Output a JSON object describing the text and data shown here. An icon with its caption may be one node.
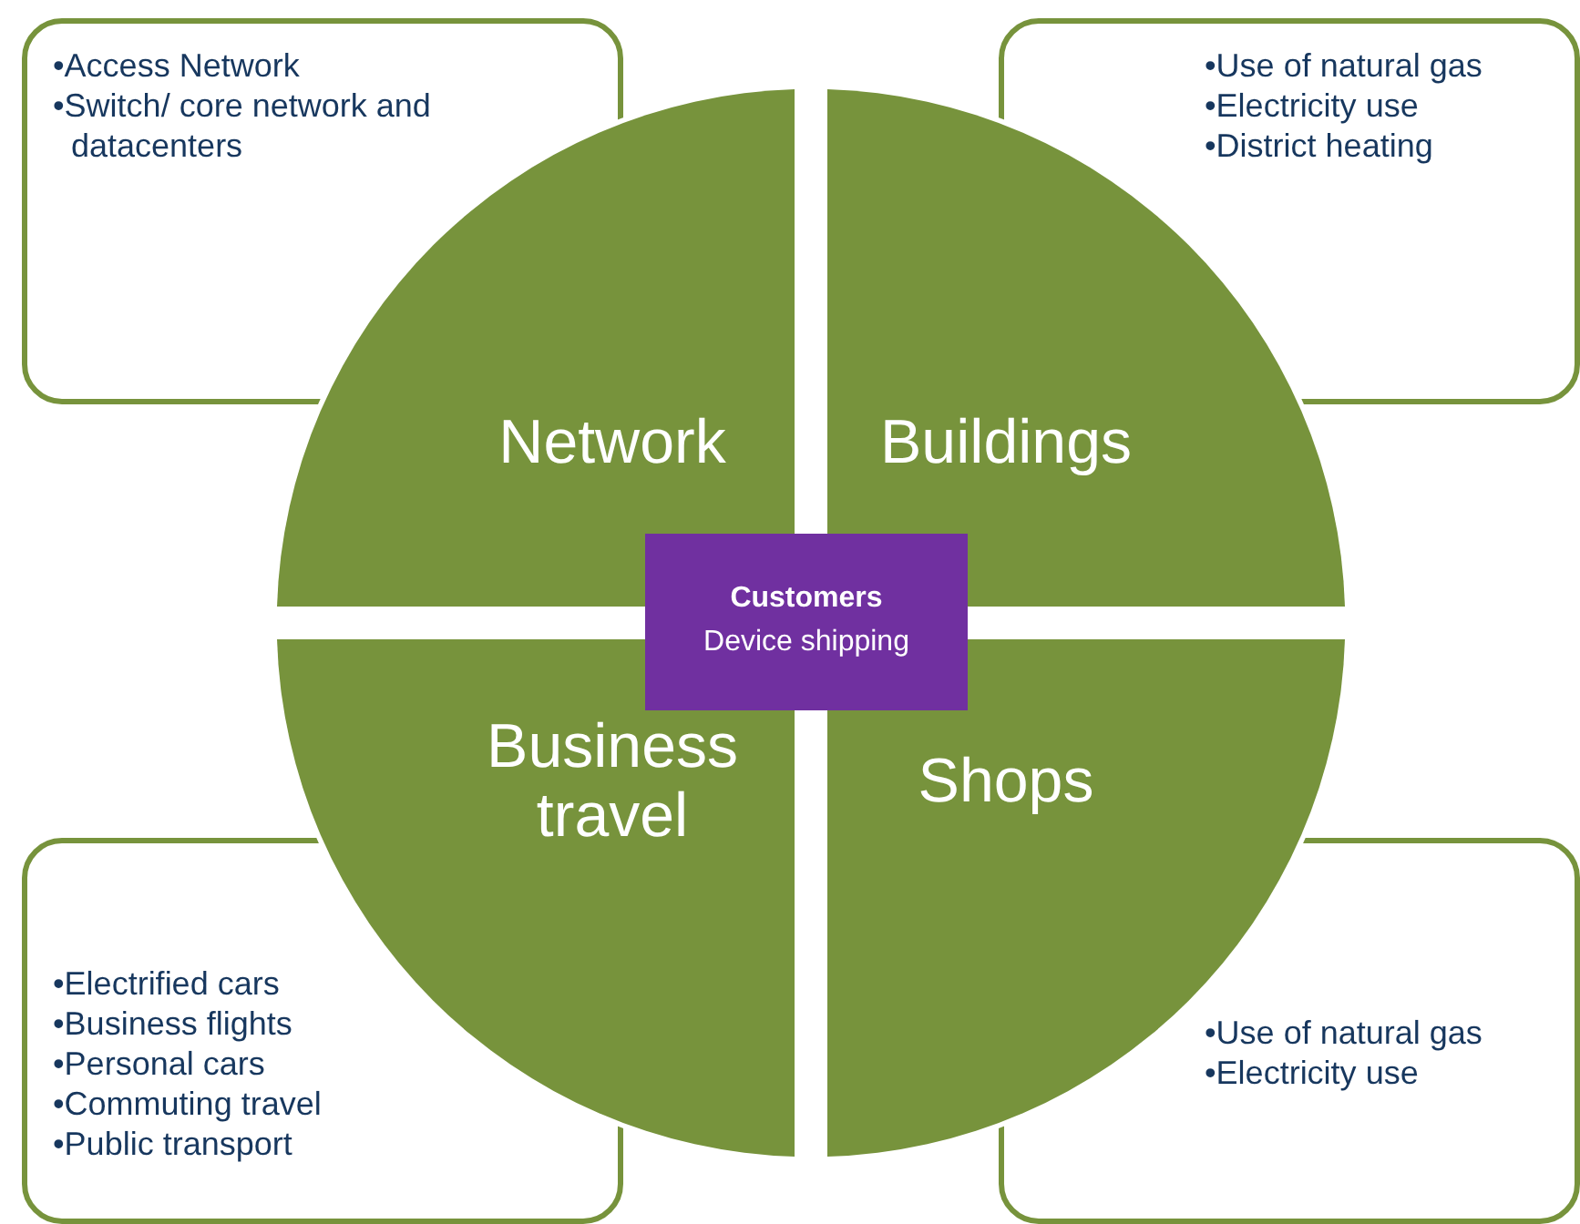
{
  "diagram": {
    "nodes": [
      {
        "text": [
          "•Access Network",
          "•Switch/ core network and datacenters"
        ]
      },
      {
        "text": [
          "•Use of natural gas",
          "•Electricity use",
          "•District heating"
        ]
      },
      {
        "text": [
          "Network"
        ]
      },
      {
        "text": [
          "Buildings"
        ]
      },
      {
        "text": [
          "Customers",
          "Device shipping"
        ]
      },
      {
        "text": [
          "Business travel"
        ]
      },
      {
        "text": [
          "Shops"
        ]
      },
      {
        "text": [
          "•Electrified cars",
          "•Business flights",
          "•Personal cars",
          "•Commuting travel",
          "•Public transport"
        ]
      },
      {
        "text": [
          "•Use of natural gas",
          "•Electricity use"
        ]
      }
    ],
    "edges": []
  }
}
